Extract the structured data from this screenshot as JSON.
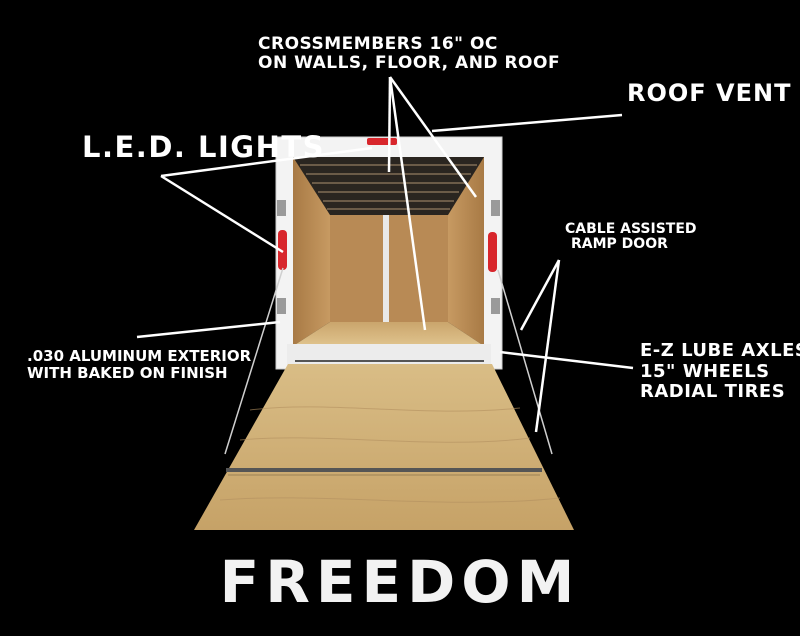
{
  "labels": {
    "crossmembers": [
      "CROSSMEMBERS 16\" OC",
      "ON WALLS, FLOOR, AND ROOF"
    ],
    "roof_vent": "ROOF VENT",
    "led_lights": "L.E.D. LIGHTS",
    "cable_ramp": [
      "CABLE ASSISTED",
      "RAMP DOOR"
    ],
    "aluminum": [
      ".030 ALUMINUM EXTERIOR",
      "WITH BAKED ON FINISH"
    ],
    "axles": [
      "E-Z LUBE AXLES",
      "15\" WHEELS",
      "RADIAL TIRES"
    ]
  },
  "brand": "FREEDOM",
  "colors": {
    "background": "#000000",
    "text": "#ffffff",
    "plywood": "#c9a86a",
    "wall_wood": "#b98a52",
    "trailer_frame": "#f4f4f4",
    "marker_light": "#d8262c"
  }
}
